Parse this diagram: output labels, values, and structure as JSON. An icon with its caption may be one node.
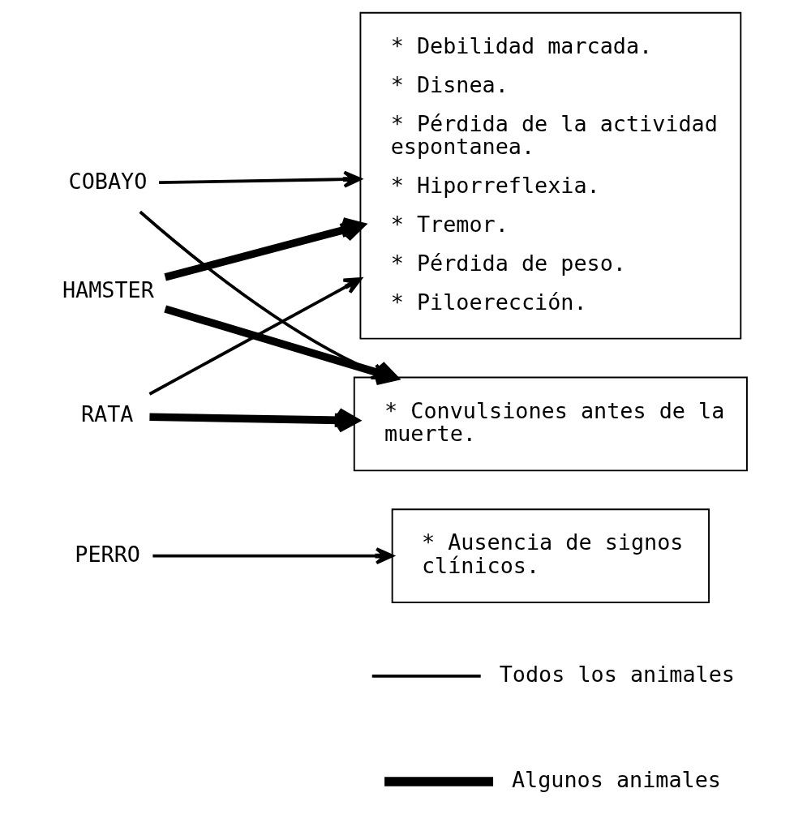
{
  "diagram": {
    "nodes": [
      {
        "text": [
          "RATA"
        ]
      },
      {
        "text": [
          "HAMSTER"
        ]
      },
      {
        "text": [
          "COBAYO"
        ]
      },
      {
        "text": [
          "PERRO"
        ]
      },
      {
        "text": [
          "* Convulsiones antes de la muerte."
        ]
      },
      {
        "text": [
          "* Debilidad marcada.",
          "* Disnea.",
          "* Pérdida de la actividad espontanea.",
          "* Hiporreflexia.",
          "* Tremor.",
          "* Pérdida de peso.",
          "* Piloerección."
        ]
      },
      {
        "text": [
          "* Ausencia de signos clínicos."
        ]
      }
    ],
    "edges": [
      {
        "from": 0,
        "to": 4,
        "arrow": "to",
        "style": "thick"
      },
      {
        "from": 0,
        "to": 5,
        "arrow": "to"
      },
      {
        "from": 1,
        "to": 4,
        "arrow": "to",
        "style": "thick"
      },
      {
        "from": 1,
        "to": 5,
        "arrow": "to",
        "style": "thick"
      },
      {
        "from": 2,
        "to": 4,
        "arrow": "to"
      },
      {
        "from": 2,
        "to": 5,
        "arrow": "to"
      },
      {
        "from": 3,
        "to": 6,
        "arrow": "to"
      }
    ],
    "legend": [
      {
        "text": "Todos los animales"
      },
      {
        "text": "Algunos animales"
      }
    ]
  }
}
